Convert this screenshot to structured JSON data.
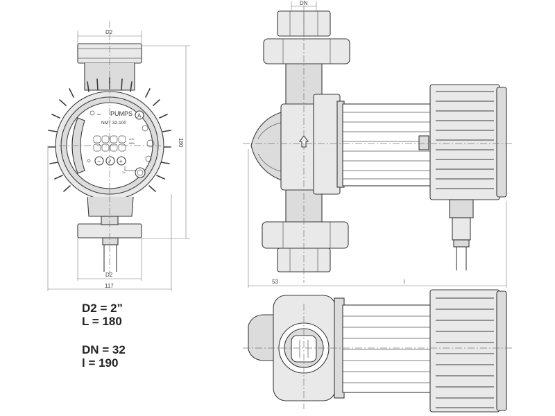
{
  "dimensions": {
    "d2_top": "D2",
    "d2_bottom": "D2",
    "width_117": "117",
    "height_180": "180",
    "dn_label": "DN",
    "offset_53": "53",
    "length_l": "l"
  },
  "panel": {
    "brand": "PUMPS",
    "model": "NMT  32-100",
    "mode_button": "A",
    "flow_unit": "m³/h",
    "power_unit": "kW/h",
    "speed_label": "3 x",
    "minus_symbol": "−",
    "check_symbol": "✓",
    "plus_symbol": "+"
  },
  "specs": {
    "d2": "D2 = 2”",
    "l": "L = 180",
    "dn": "DN = 32",
    "small_l": "l = 190"
  }
}
